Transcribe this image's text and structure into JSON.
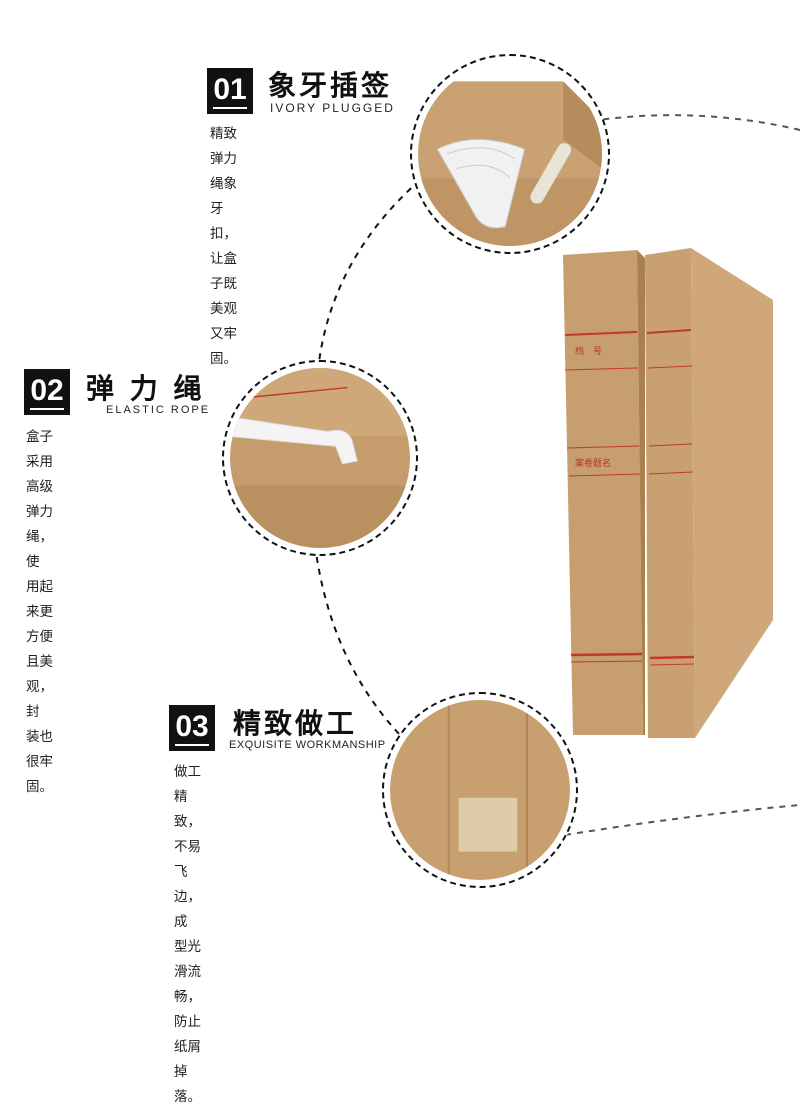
{
  "features": [
    {
      "number": "01",
      "title_cn": "象牙插签",
      "title_en": "IVORY PLUGGED",
      "desc_lines": [
        "精致弹力绳象牙扣，让盒",
        "子既美观又牢固。"
      ]
    },
    {
      "number": "02",
      "title_cn": "弹 力 绳",
      "title_en": "ELASTIC ROPE",
      "desc_lines": [
        "盒子采用高级弹力绳，使",
        "用起来更方便且美观，封",
        "装也很牢固。"
      ]
    },
    {
      "number": "03",
      "title_cn": "精致做工",
      "title_en": "EXQUISITE WORKMANSHIP",
      "desc_lines": [
        "做工精致，不易飞边，成",
        "型光滑流畅，防止纸屑掉",
        "落。"
      ]
    }
  ],
  "product": {
    "spine_label_1": "档　号",
    "spine_label_2": "案卷题名",
    "colors": {
      "kraft": "#c8a070",
      "kraft_dark": "#b58c5c",
      "red_line": "#c0392b"
    }
  },
  "icons": [
    "ivory-clasp-closeup",
    "elastic-rope-closeup",
    "workmanship-closeup",
    "archive-box-product"
  ]
}
